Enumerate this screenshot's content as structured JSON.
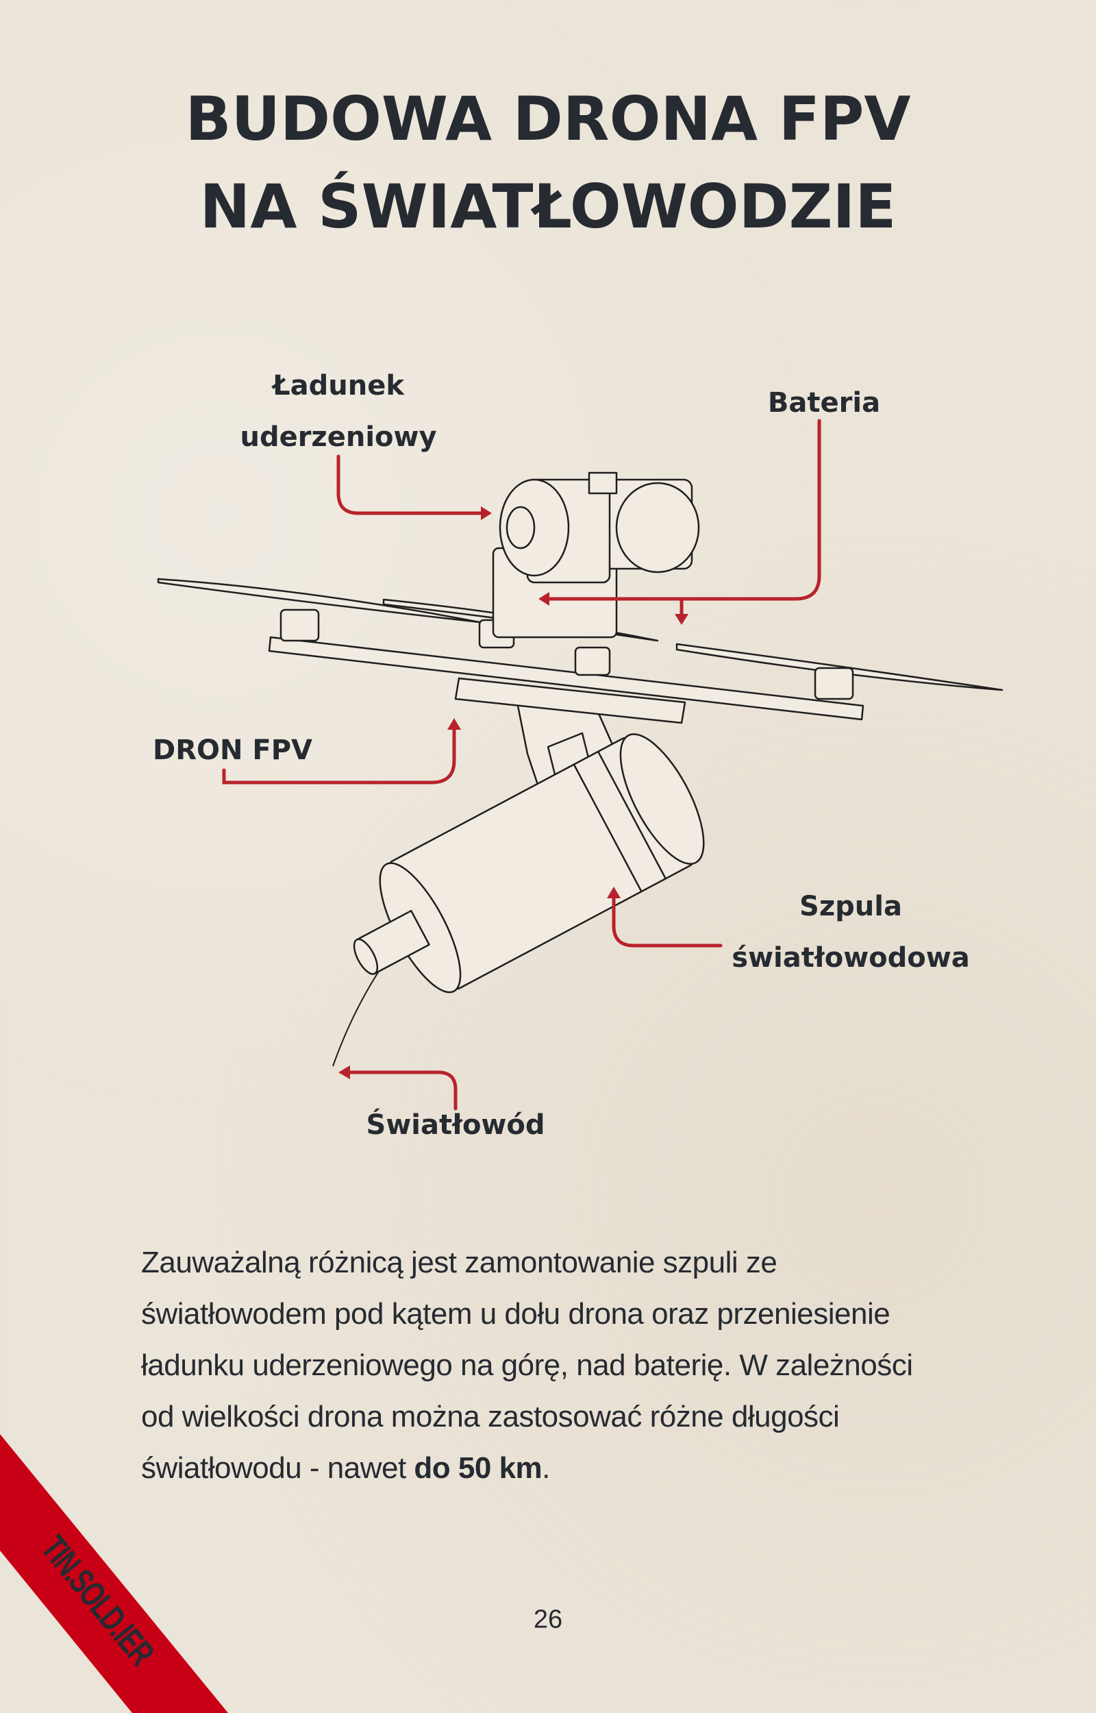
{
  "title": {
    "line1": "BUDOWA DRONA FPV",
    "line2": "NA ŚWIATŁOWODZIE"
  },
  "labels": {
    "payload_line1": "Ładunek",
    "payload_line2": "uderzeniowy",
    "battery": "Bateria",
    "drone": "DRON FPV",
    "spool_line1": "Szpula",
    "spool_line2": "światłowodowa",
    "fiber": "Światłowód"
  },
  "body": {
    "line1": "Zauważalną różnicą jest zamontowanie szpuli ze",
    "line2": "światłowodem pod kątem u dołu drona oraz przeniesienie",
    "line3": "ładunku uderzeniowego na górę, nad baterię. W zależności",
    "line4": "od wielkości drona można zastosować różne długości",
    "line5_prefix": "światłowodu - nawet ",
    "line5_bold": "do 50 km",
    "line5_suffix": "."
  },
  "page_number": "26",
  "ribbon": {
    "text": "TIN.SOLD.IER"
  },
  "colors": {
    "accent": "#b8232b",
    "ribbon": "#c80016",
    "text": "#262a31",
    "background": "#ebe4d8"
  }
}
